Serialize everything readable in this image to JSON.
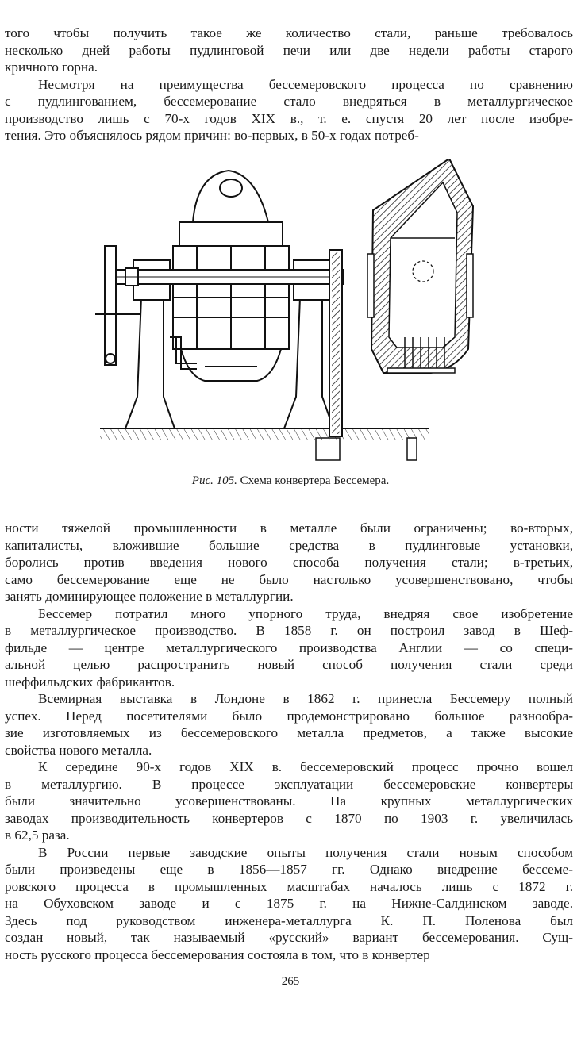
{
  "top_paragraphs": [
    {
      "indent": false,
      "lines": [
        "того чтобы получить такое же количество стали, раньше требовалось",
        "несколько дней работы пудлинговой печи или две недели работы старого",
        "кричного горна."
      ]
    },
    {
      "indent": true,
      "lines": [
        "Несмотря на преимущества бессемеровского процесса по сравнению",
        "с пудлингованием, бессемерование стало внедряться в металлургическое",
        "производство лишь с 70-х годов XIX в., т. е. спустя 20 лет после изобре-",
        "тения. Это объяснялось рядом причин: во-первых, в 50-х годах потреб-"
      ]
    }
  ],
  "figure": {
    "caption_number": "Рис. 105.",
    "caption_text": "Схема конвертера Бессемера."
  },
  "bottom_paragraphs": [
    {
      "indent": false,
      "lines": [
        "ности тяжелой промышленности в металле были ограничены; во-вторых,",
        "капиталисты, вложившие большие средства в пудлинговые установки,",
        "боролись против введения нового способа получения стали; в-третьих,",
        "само бессемерование еще не было настолько усовершенствовано, чтобы",
        "занять доминирующее положение в металлургии."
      ]
    },
    {
      "indent": true,
      "lines": [
        "Бессемер потратил много упорного труда, внедряя свое изобретение",
        "в металлургическое производство. В 1858 г. он построил завод в Шеф-",
        "фильде — центре металлургического производства Англии — со специ-",
        "альной целью распространить новый способ получения стали среди",
        "шеффильдских фабрикантов."
      ]
    },
    {
      "indent": true,
      "lines": [
        "Всемирная выставка в Лондоне в 1862 г. принесла Бессемеру полный",
        "успех. Перед посетителями было продемонстрировано большое разнообра-",
        "зие изготовляемых из бессемеровского металла предметов, а также высокие",
        "свойства нового металла."
      ]
    },
    {
      "indent": true,
      "lines": [
        "К середине 90-х годов XIX в. бессемеровский процесс прочно вошел",
        "в металлургию. В процессе эксплуатации бессемеровские конвертеры",
        "были значительно усовершенствованы. На крупных металлургических",
        "заводах производительность конвертеров с 1870 по 1903 г. увеличилась",
        "в 62,5 раза."
      ]
    },
    {
      "indent": true,
      "lines": [
        "В России первые заводские опыты получения стали новым способом",
        "были произведены еще в 1856—1857 гг. Однако внедрение бессеме-",
        "ровского процесса в промышленных масштабах началось лишь с 1872 г.",
        "на Обуховском заводе и с 1875 г. на Нижне-Салдинском заводе.",
        "Здесь под руководством инженера-металлурга К. П. Поленова был",
        "создан новый, так называемый «русский» вариант бессемерования. Сущ-",
        "ность русского процесса бессемерования состояла в том, что в конвертер"
      ]
    }
  ],
  "page_number": "265"
}
